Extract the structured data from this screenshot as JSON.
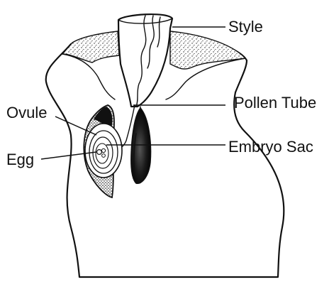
{
  "diagram": {
    "labels": {
      "style": "Style",
      "pollen_tube": "Pollen Tube",
      "ovule": "Ovule",
      "embryo_sac": "Embryo Sac",
      "egg": "Egg"
    },
    "colors": {
      "ink": "#111111",
      "background": "#ffffff"
    }
  }
}
